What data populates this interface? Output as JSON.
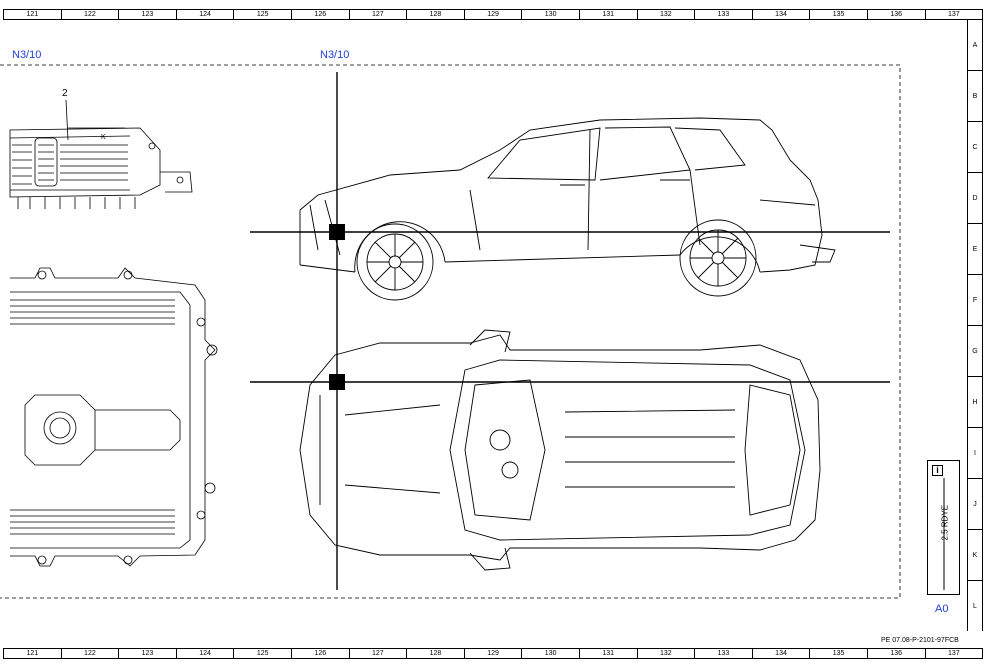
{
  "sheet": {
    "columns": [
      "121",
      "122",
      "123",
      "124",
      "125",
      "126",
      "127",
      "128",
      "129",
      "130",
      "131",
      "132",
      "133",
      "134",
      "135",
      "136",
      "137"
    ],
    "rows": [
      "A",
      "B",
      "C",
      "D",
      "E",
      "F",
      "G",
      "H",
      "I",
      "J",
      "K",
      "L"
    ],
    "doc_code": "PE 07.08-P-2101-97FCB"
  },
  "labels": {
    "left_component": "N3/10",
    "vehicle_component": "N3/10",
    "callout_number": "2",
    "connector_mark": "K",
    "ground_point": "A0"
  },
  "info_box": {
    "icon": "info-icon",
    "wire_label": "2.5 RDYE"
  },
  "colors": {
    "label_blue": "#1f3fd6",
    "line": "#000000"
  }
}
